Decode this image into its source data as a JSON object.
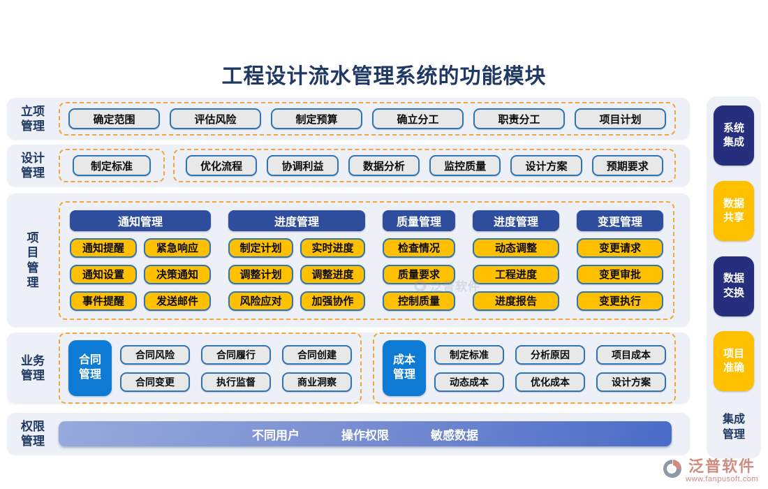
{
  "page": {
    "title": "工程设计流水管理系统的功能模块"
  },
  "colors": {
    "title_navy": "#1f3864",
    "panel_bg": "#edf0f6",
    "dashed_orange": "#f3a43b",
    "button_border_blue": "#2f74b5",
    "yellow": "#ffc000",
    "header_blue": "#2e4d9c",
    "tile_blue": "#0d7ad4",
    "sidebar_navy": "#252f7e",
    "bar_gradient_start": "#97aadc",
    "bar_gradient_end": "#4a6cc7",
    "brand_salmon": "#d18c80"
  },
  "rows": {
    "lixiang": {
      "label": "立项管理",
      "buttons": [
        "确定范围",
        "评估风险",
        "制定预算",
        "确立分工",
        "职责分工",
        "项目计划"
      ]
    },
    "sheji": {
      "label": "设计管理",
      "group1": [
        "制定标准"
      ],
      "group2": [
        "优化流程",
        "协调利益",
        "数据分析",
        "监控质量",
        "设计方案",
        "预期要求"
      ]
    },
    "xiangmu": {
      "label": "项目管理",
      "columns": [
        {
          "header": "通知管理",
          "buttons": [
            "通知提醒",
            "紧急响应",
            "通知设置",
            "决策通知",
            "事件提醒",
            "发送邮件"
          ]
        },
        {
          "header": "进度管理",
          "buttons": [
            "制定计划",
            "实时进度",
            "调整计划",
            "调整进度",
            "风险应对",
            "加强协作"
          ]
        },
        {
          "header": "质量管理",
          "buttons": [
            "检查情况",
            "质量要求",
            "控制质量"
          ]
        },
        {
          "header": "进度管理",
          "buttons": [
            "动态调整",
            "工程进度",
            "进度报告"
          ]
        },
        {
          "header": "变更管理",
          "buttons": [
            "变更请求",
            "变更审批",
            "变更执行"
          ]
        }
      ]
    },
    "yewu": {
      "label": "业务管理",
      "contract": {
        "tile": "合同管理",
        "buttons": [
          "合同风险",
          "合同履行",
          "合同创建",
          "合同变更",
          "执行监督",
          "商业洞察"
        ]
      },
      "cost": {
        "tile": "成本管理",
        "buttons": [
          "制定标准",
          "分析原因",
          "项目成本",
          "动态成本",
          "优化成本",
          "设计方案"
        ]
      }
    },
    "quanxian": {
      "label": "权限管理",
      "bar": [
        "不同用户",
        "操作权限",
        "敏感数据"
      ]
    }
  },
  "sidebar": {
    "items": [
      {
        "label": "系统集成",
        "style": "navy"
      },
      {
        "label": "数据共享",
        "style": "yellow"
      },
      {
        "label": "数据交换",
        "style": "navy"
      },
      {
        "label": "项目准确",
        "style": "yellow"
      },
      {
        "label": "集成管理",
        "style": "plain"
      }
    ]
  },
  "footer": {
    "brand": "泛普软件",
    "url": "www.fanpusoft.com"
  },
  "watermark": {
    "text": "泛普软件"
  }
}
